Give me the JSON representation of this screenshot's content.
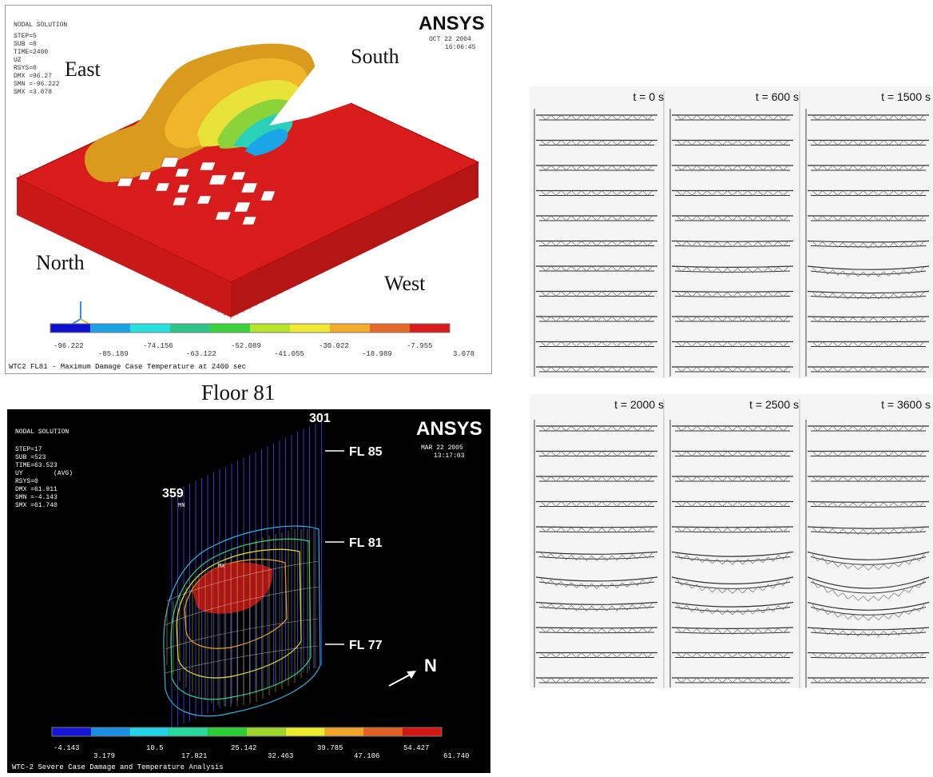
{
  "top_left": {
    "header_lines": [
      "NODAL SOLUTION",
      "STEP=5",
      "SUB =8",
      "TIME=2400",
      "UZ",
      "RSYS=0",
      "DMX =96.27",
      "SMN =-96.222",
      "SMX =3.078"
    ],
    "date": "OCT 22 2004",
    "time": "16:06:45",
    "logo": "ANSYS",
    "direction_labels": {
      "east": "East",
      "south": "South",
      "north": "North",
      "west": "West"
    },
    "legend_top": [
      "-96.222",
      "-74.156",
      "-52.089",
      "-30.022",
      "-7.955"
    ],
    "legend_bottom": [
      "-85.189",
      "-63.122",
      "-41.055",
      "-18.989",
      "3.078"
    ],
    "legend_colors": [
      "#1010d0",
      "#1ca3e6",
      "#29e0e0",
      "#2ec58a",
      "#39d23c",
      "#b9e42c",
      "#efe934",
      "#f2ab2b",
      "#e4682a",
      "#da1b1b"
    ],
    "caption": "WTC2 FL81 - Maximum Damage Case Temperature at 2400 sec"
  },
  "floor_caption": "Floor 81",
  "bottom_left": {
    "header_lines": [
      "NODAL SOLUTION",
      "STEP=17",
      "SUB =523",
      "TIME=63.523",
      "UY        (AVG)",
      "RSYS=0",
      "DMX =61.911",
      "SMN =-4.143",
      "SMX =61.740"
    ],
    "date": "MAR 22 2005",
    "time": "13:17:03",
    "logo": "ANSYS",
    "column_left": "359",
    "column_right": "301",
    "mn_label": "MN",
    "mx_label": "MX",
    "floor_labels": [
      "FL 85",
      "FL 81",
      "FL 77"
    ],
    "north": "N",
    "legend_top": [
      "-4.143",
      "10.5",
      "25.142",
      "39.785",
      "54.427"
    ],
    "legend_bottom": [
      "3.179",
      "17.821",
      "32.463",
      "47.106",
      "61.740"
    ],
    "legend_colors": [
      "#1515d8",
      "#1b8fe6",
      "#22d3e8",
      "#27d99b",
      "#2cce36",
      "#9ed42b",
      "#ecec2e",
      "#f0a42a",
      "#e25f26",
      "#d51414"
    ],
    "caption": "WTC-2 Severe Case Damage and Temperature Analysis"
  },
  "right": {
    "top_times": [
      "t = 0 s",
      "t = 600 s",
      "t = 1500 s"
    ],
    "bottom_times": [
      "t = 2000 s",
      "t = 2500 s",
      "t = 3600 s"
    ]
  }
}
